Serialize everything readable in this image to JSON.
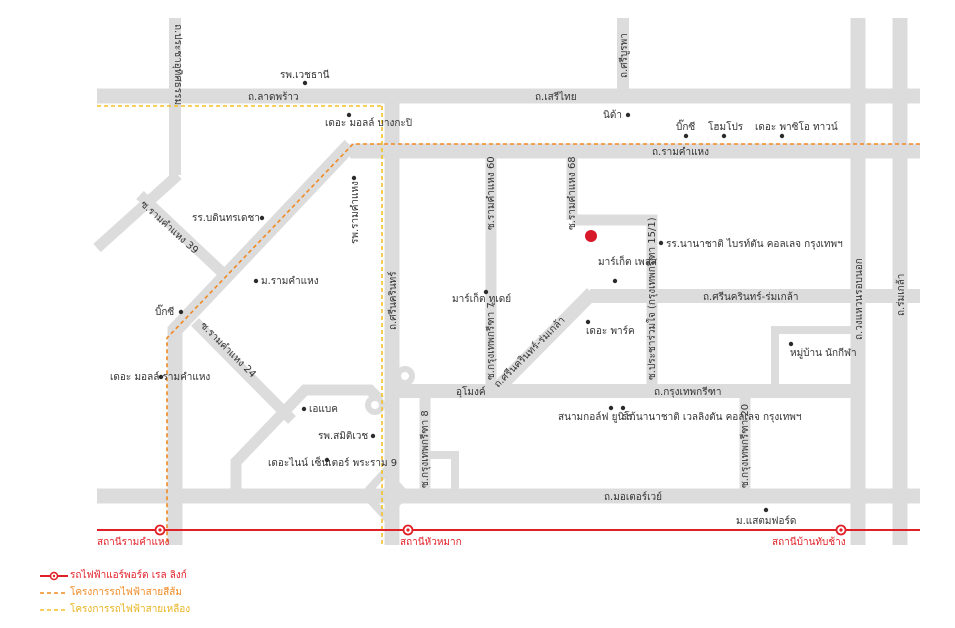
{
  "colors": {
    "red_line": "#e01f26",
    "orange_line": "#f08a24",
    "yellow_line": "#f2c025",
    "road": "#dcdcdc",
    "text": "#333333"
  },
  "roads": {
    "lat_phrao": "ถ.ลาดพร้าว",
    "seri_thai": "ถ.เสรีไทย",
    "ram_khamhaeng": "ถ.รามคำแหง",
    "pracha_uthit": "ถ.ประชาอุทิศธรรม",
    "si_burapha": "ถ.ศรีบูรพา",
    "soi_ram_39": "ซ.รามคำแหง 39",
    "soi_ram_24": "ซ.รามคำแหง 24",
    "soi_ram_60": "ซ.รามคำแหง 60",
    "soi_ram_68": "ซ.รามคำแหง 68",
    "si_nakarin": "ถ.ศรีนครินทร์",
    "soi_krungthep_kreetha_7": "ซ.กรุงเทพกรีฑา 7",
    "soi_krungthep_kreetha_15": "ซ.ประชาร่วมใจ (กรุงเทพกรีฑา 15/1)",
    "srinakarin_romklao": "ถ.ศรีนครินทร์-ร่มเกล้า",
    "srinakarin_romklao_2": "ถ.ศรีนครินทร์-ร่มเกล้า",
    "krungthep_kreetha": "ถ.กรุงเทพกรีฑา",
    "udomsuk": "อุโมงค์",
    "soi_krungthep_kreetha_8": "ซ.กรุงเทพกรีฑา 8",
    "soi_krungthep_kreetha_20": "ซ.กรุงเทพกรีฑา 20",
    "wongwaen": "ถ.วงแหวนรอบนอก",
    "rom_klao": "ถ.ร่มเกล้า",
    "motorway": "ถ.มอเตอร์เวย์"
  },
  "pois": [
    {
      "id": "rama-hospital",
      "label": "รพ.เวชธานี"
    },
    {
      "id": "mall-bangkapi",
      "label": "เดอะ มอลล์ บางกะปิ"
    },
    {
      "id": "nida",
      "label": "นิด้า"
    },
    {
      "id": "bigc-1",
      "label": "บิ๊กซี"
    },
    {
      "id": "homepro",
      "label": "โฮมโปร"
    },
    {
      "id": "paseo",
      "label": "เดอะ พาซิโอ ทาวน์"
    },
    {
      "id": "bodindecha",
      "label": "รร.บดินทรเดชา"
    },
    {
      "id": "ram-hospital",
      "label": "รพ.รามคำแหง"
    },
    {
      "id": "ramkhamhaeng-u",
      "label": "ม.รามคำแหง"
    },
    {
      "id": "bigc-2",
      "label": "บิ๊กซี"
    },
    {
      "id": "mall-ram",
      "label": "เดอะ มอลล์ รามคำแหง"
    },
    {
      "id": "market-today",
      "label": "มาร์เก็ต ทูเดย์"
    },
    {
      "id": "market-place",
      "label": "มาร์เก็ต เพลส"
    },
    {
      "id": "bromsgrove",
      "label": "รร.นานาชาติ ไบรท์ตัน คอลเลจ กรุงเทพฯ"
    },
    {
      "id": "the-park",
      "label": "เดอะ พาร์ค"
    },
    {
      "id": "nakkee",
      "label": "หมู่บ้าน นักกีฬา"
    },
    {
      "id": "abac",
      "label": "เอแบค"
    },
    {
      "id": "samitivej",
      "label": "รพ.สมิติเวช"
    },
    {
      "id": "the-nine",
      "label": "เดอะไนน์ เซ็นเตอร์ พระราม 9"
    },
    {
      "id": "unico-golf",
      "label": "สนามกอล์ฟ ยูนิโก้"
    },
    {
      "id": "wellington",
      "label": "รร.นานาชาติ เวลลิงตัน คอลเลจ กรุงเทพฯ"
    },
    {
      "id": "mega-bangna",
      "label": "ม.แสตมฟอร์ด"
    }
  ],
  "stations": {
    "ram": "สถานีรามคำแหง",
    "hua_mak": "สถานีหัวหมาก",
    "ban_thap_chang": "สถานีบ้านทับช้าง"
  },
  "legend": {
    "red": "รถไฟฟ้าแอร์พอร์ต เรล ลิงก์",
    "orange": "โครงการรถไฟฟ้าสายสีส้ม",
    "yellow": "โครงการรถไฟฟ้าสายเหลือง"
  }
}
